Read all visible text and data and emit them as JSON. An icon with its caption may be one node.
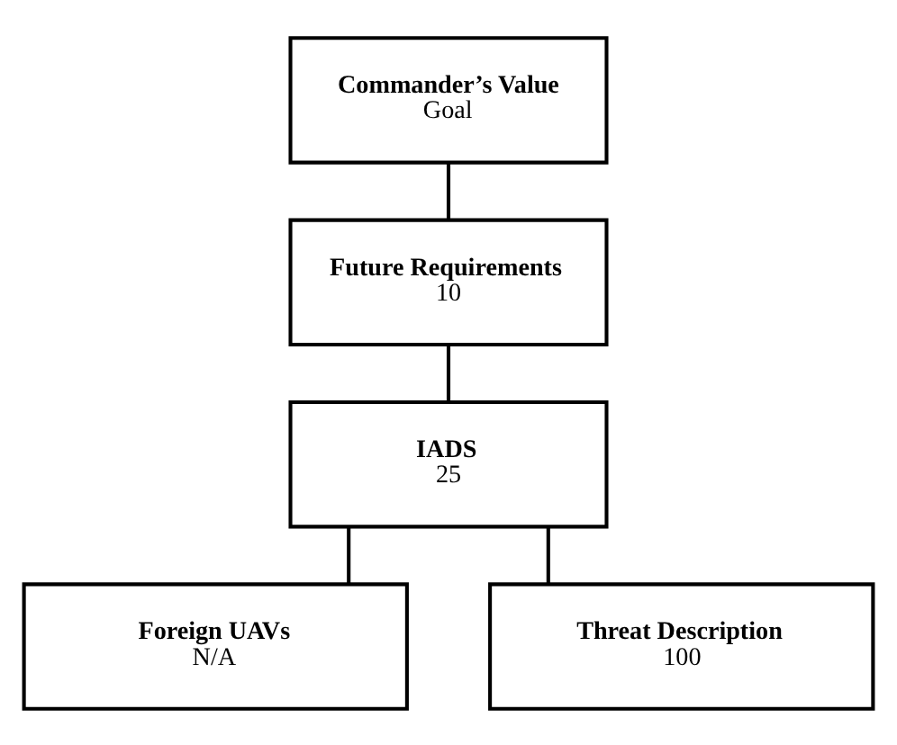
{
  "diagram": {
    "nodes": [
      {
        "text": [
          "Commander’s Value",
          "Goal"
        ]
      },
      {
        "text": [
          "Future Requirements",
          "10"
        ]
      },
      {
        "text": [
          "IADS",
          "25"
        ]
      },
      {
        "text": [
          "Foreign UAVs",
          "N/A"
        ]
      },
      {
        "text": [
          "Threat Description",
          "100"
        ]
      }
    ],
    "edges": [
      {
        "from": 0,
        "to": 1,
        "arrow": "none"
      },
      {
        "from": 1,
        "to": 2,
        "arrow": "none"
      },
      {
        "from": 2,
        "to": 3,
        "arrow": "none"
      },
      {
        "from": 2,
        "to": 4,
        "arrow": "none"
      }
    ]
  }
}
